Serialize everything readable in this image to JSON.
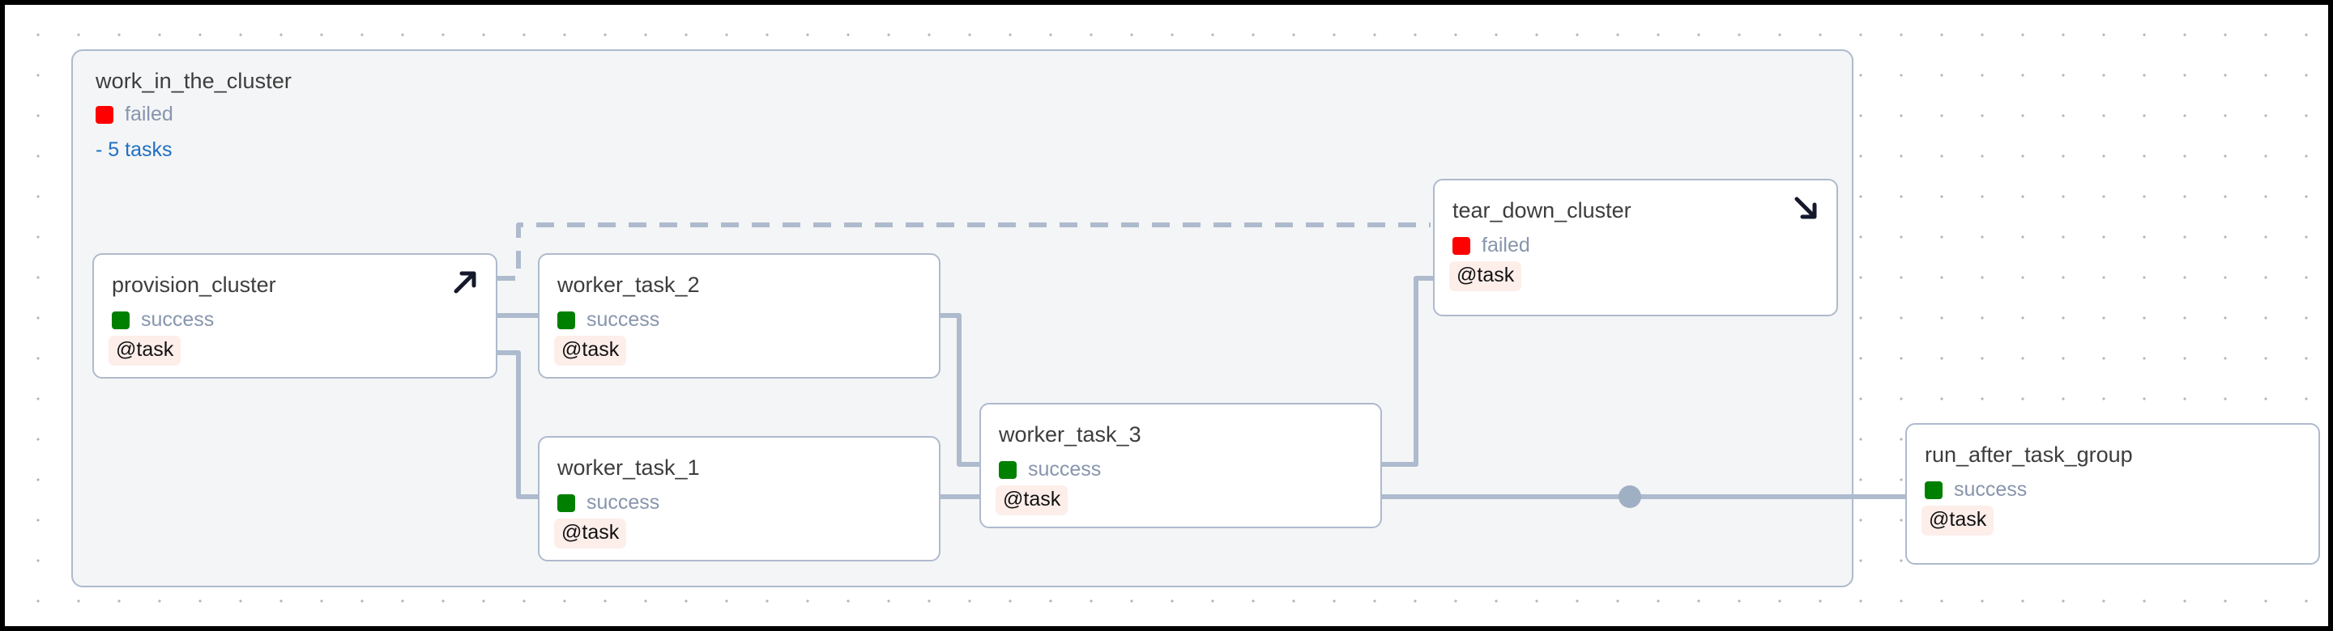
{
  "canvas": {
    "background": "#ffffff",
    "grid_dot_color": "#b4b4b4",
    "edge_color": "#aebacd",
    "group_fill": "#f4f5f6",
    "node_fill": "#ffffff",
    "border_color": "#aebacd"
  },
  "colors": {
    "success": "#008000",
    "failed": "#ff0000",
    "link": "#1f6fc4",
    "status_text": "#8795ad",
    "title_text": "#3d3d3d",
    "op_badge_bg": "#fdeeea",
    "op_badge_text": "#111111"
  },
  "task_group": {
    "name": "work_in_the_cluster",
    "status": "failed",
    "status_color": "#ff0000",
    "tasks_label": "- 5 tasks",
    "task_count": 5
  },
  "nodes": [
    {
      "id": "provision_cluster",
      "name": "provision_cluster",
      "status": "success",
      "status_color": "#008000",
      "operator": "@task",
      "corner_icon": "arrow-up-right-icon"
    },
    {
      "id": "worker_task_2",
      "name": "worker_task_2",
      "status": "success",
      "status_color": "#008000",
      "operator": "@task",
      "corner_icon": null
    },
    {
      "id": "worker_task_1",
      "name": "worker_task_1",
      "status": "success",
      "status_color": "#008000",
      "operator": "@task",
      "corner_icon": null
    },
    {
      "id": "worker_task_3",
      "name": "worker_task_3",
      "status": "success",
      "status_color": "#008000",
      "operator": "@task",
      "corner_icon": null
    },
    {
      "id": "tear_down_cluster",
      "name": "tear_down_cluster",
      "status": "failed",
      "status_color": "#ff0000",
      "operator": "@task",
      "corner_icon": "arrow-down-right-icon"
    },
    {
      "id": "run_after_task_group",
      "name": "run_after_task_group",
      "status": "success",
      "status_color": "#008000",
      "operator": "@task",
      "corner_icon": null
    }
  ],
  "edges": [
    {
      "from": "provision_cluster",
      "to": "tear_down_cluster",
      "style": "dashed"
    },
    {
      "from": "provision_cluster",
      "to": "worker_task_2",
      "style": "solid"
    },
    {
      "from": "provision_cluster",
      "to": "worker_task_1",
      "style": "solid"
    },
    {
      "from": "worker_task_2",
      "to": "worker_task_3",
      "style": "solid"
    },
    {
      "from": "worker_task_1",
      "to": "worker_task_3",
      "style": "solid"
    },
    {
      "from": "worker_task_3",
      "to": "tear_down_cluster",
      "style": "solid"
    },
    {
      "from": "worker_task_3",
      "to": "run_after_task_group",
      "style": "solid"
    }
  ]
}
